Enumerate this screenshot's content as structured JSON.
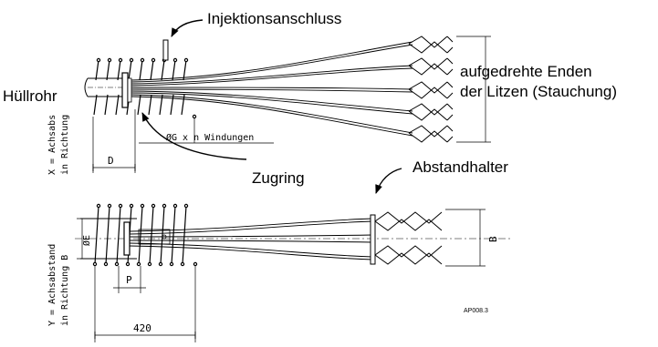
{
  "labels": {
    "injection": "Injektionsanschluss",
    "sheath": "Hüllrohr",
    "ends_line1": "aufgedrehte Enden",
    "ends_line2": "der Litzen (Stauchung)",
    "tension_ring": "Zugring",
    "spacer": "Abstandhalter"
  },
  "dimensions": {
    "x_axis_line1": "X = Achsabs",
    "x_axis_line2": "in Richtung",
    "d": "D",
    "spiral": "ØG x n Windungen",
    "y_axis_line1": "Y = Achsabstand",
    "y_axis_line2": "in Richtung B",
    "diameter_e": "ØE",
    "pitch": "P",
    "length": "420",
    "width_b": "B"
  },
  "figure_code": "AP008.3"
}
